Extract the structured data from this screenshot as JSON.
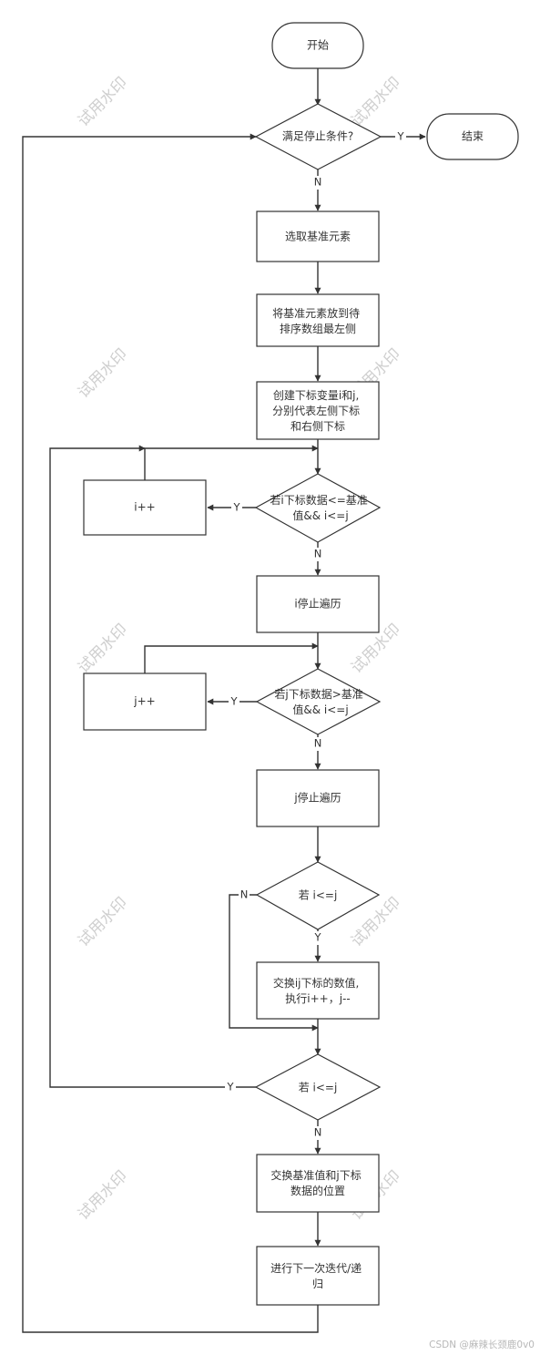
{
  "nodes": {
    "start": "开始",
    "stop_condition": "满足停止条件?",
    "end": "结束",
    "select_pivot": "选取基准元素",
    "move_pivot": [
      "将基准元素放到待",
      "排序数组最左侧"
    ],
    "create_indices": [
      "创建下标变量i和j,",
      "分别代表左侧下标",
      "和右侧下标"
    ],
    "check_i": [
      "若i下标数据<=基准",
      "值&& i<=j"
    ],
    "inc_i": "i++",
    "i_stop": "i停止遍历",
    "check_j": [
      "若j下标数据>基准",
      "值&& i<=j"
    ],
    "inc_j": "j++",
    "j_stop": "j停止遍历",
    "check_ij_1": "若 i<=j",
    "swap_ij": [
      "交换ij下标的数值,",
      "执行i++，j--"
    ],
    "check_ij_2": "若 i<=j",
    "swap_pivot": [
      "交换基准值和j下标",
      "数据的位置"
    ],
    "next_iter": [
      "进行下一次迭代/递",
      "归"
    ]
  },
  "edge_labels": {
    "yes": "Y",
    "no": "N"
  },
  "watermark": "试用水印",
  "credit": "CSDN @麻辣长颈鹿0v0",
  "colors": {
    "line": "#333333",
    "watermark": "#cfcfcf",
    "credit": "#b8b8b8"
  }
}
